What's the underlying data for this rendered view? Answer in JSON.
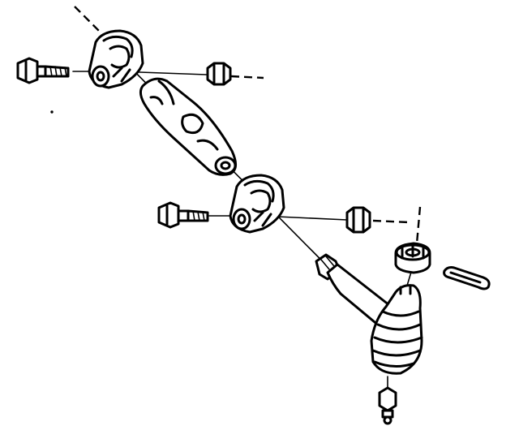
{
  "diagram": {
    "parts": [
      {
        "id": "clamp-bolt",
        "icon": "bolt-icon",
        "count": 2
      },
      {
        "id": "clamp",
        "icon": "clamp-icon",
        "count": 2
      },
      {
        "id": "clamp-nut",
        "icon": "hex-nut-icon",
        "count": 2
      },
      {
        "id": "adjuster-sleeve",
        "icon": "sleeve-icon",
        "count": 1
      },
      {
        "id": "tie-rod-end",
        "icon": "tie-rod-end-icon",
        "count": 1
      },
      {
        "id": "castle-nut",
        "icon": "castle-nut-icon",
        "count": 1
      },
      {
        "id": "cotter-pin",
        "icon": "cotter-pin-icon",
        "count": 1
      },
      {
        "id": "grease-fitting",
        "icon": "grease-fitting-icon",
        "count": 1
      }
    ],
    "colors": {
      "ink": "#000000",
      "paper": "#ffffff"
    }
  }
}
